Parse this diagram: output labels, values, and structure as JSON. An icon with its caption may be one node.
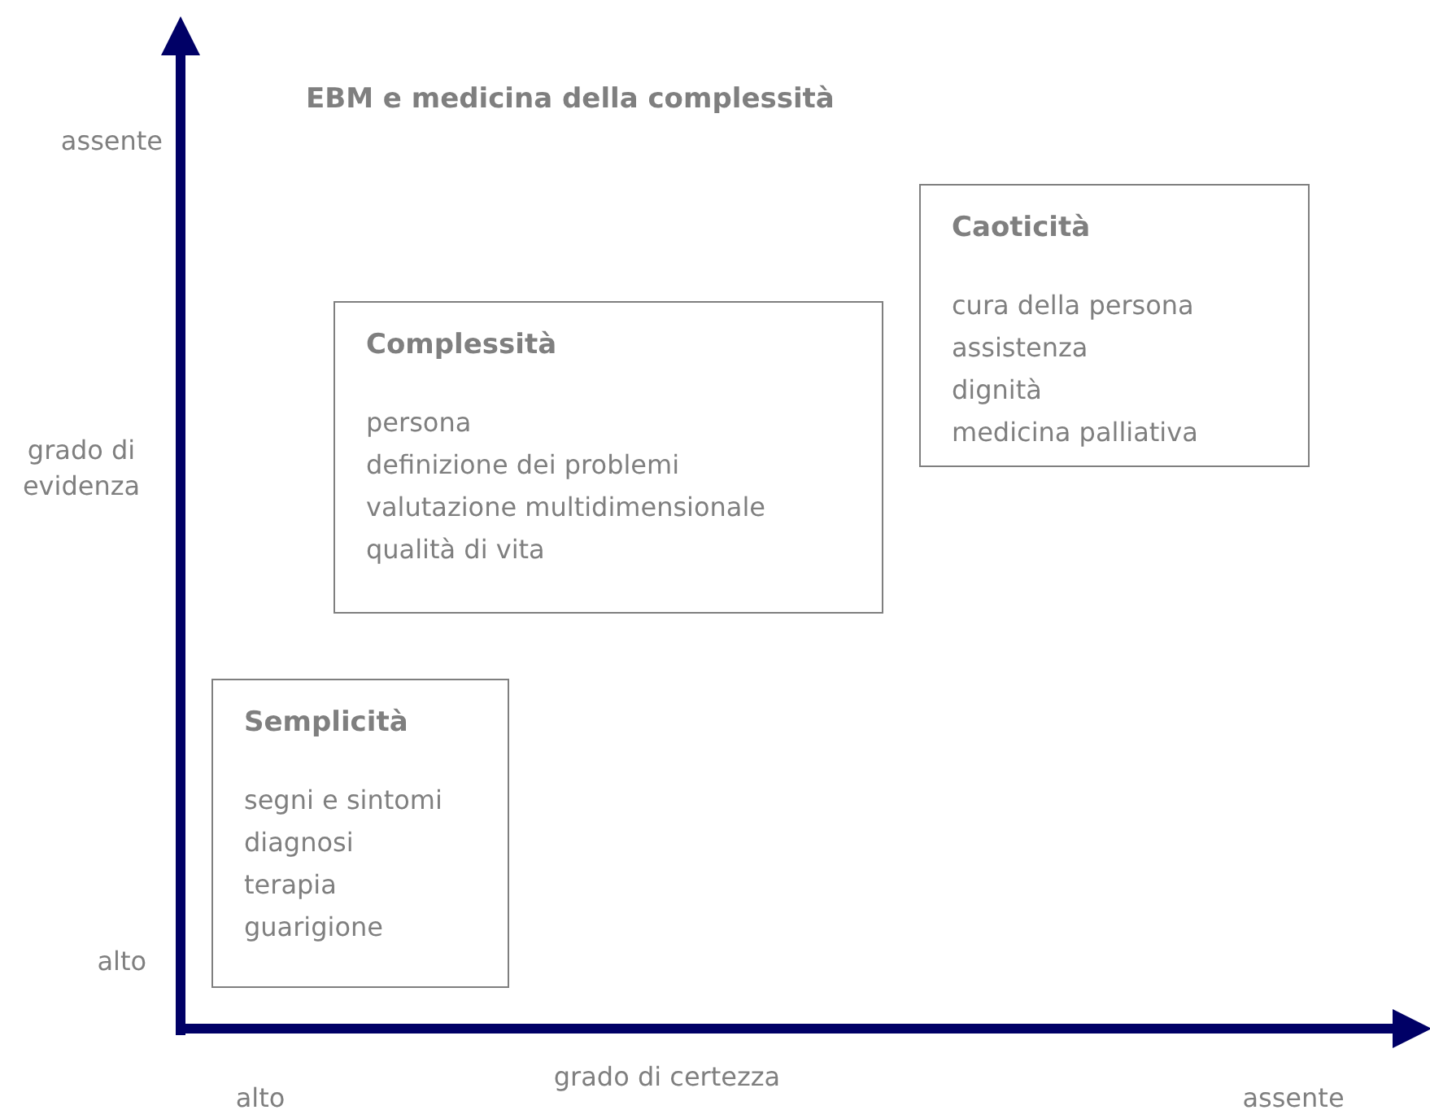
{
  "diagram": {
    "title": "EBM e medicina della complessità",
    "nodes": [
      {
        "text": [
          "Caoticità",
          "cura della persona",
          "assistenza",
          "dignità",
          "medicina palliativa"
        ]
      },
      {
        "text": [
          "Complessità",
          "persona",
          "definizione dei problemi",
          "valutazione multidimensionale",
          "qualità di vita"
        ]
      },
      {
        "text": [
          "Semplicità",
          "segni e sintomi",
          "diagnosi",
          "terapia",
          "guarigione"
        ]
      }
    ],
    "labels": [
      "assente",
      "grado di evidenza",
      "alto",
      "alto",
      "grado di certezza",
      "assente"
    ]
  }
}
